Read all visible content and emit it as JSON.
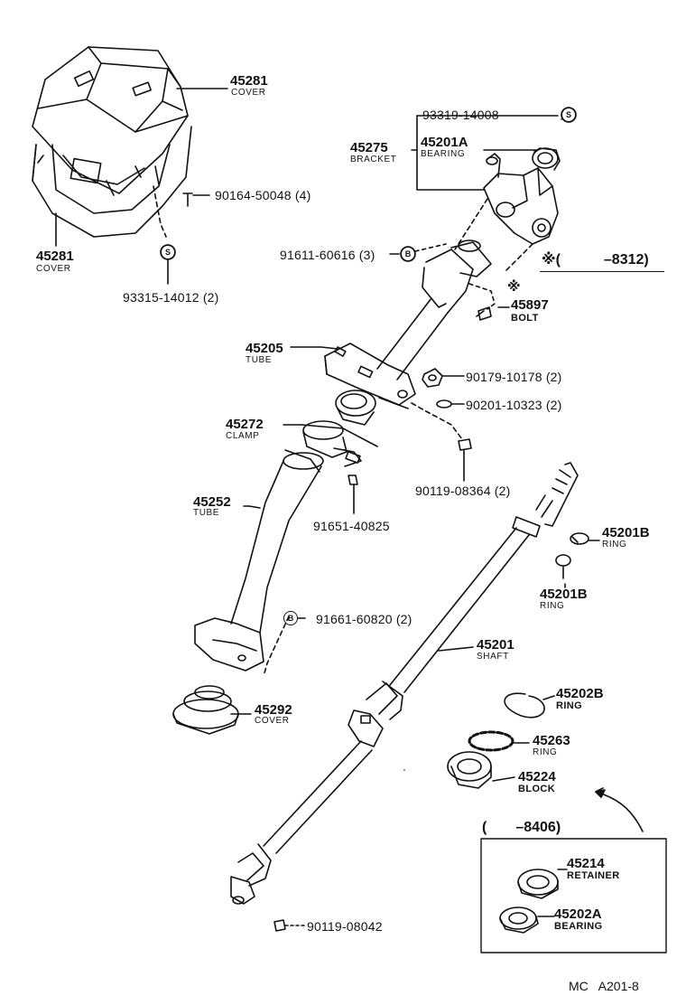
{
  "parts": {
    "cover_upper": {
      "number": "45281",
      "name": "COVER"
    },
    "cover_lower": {
      "number": "45281",
      "name": "COVER"
    },
    "screw_90164": {
      "number": "90164-50048 (4)"
    },
    "screw_93315": {
      "number": "93315-14012 (2)"
    },
    "screw_93319": {
      "number": "93319-14008"
    },
    "bracket": {
      "number": "45275",
      "name": "BRACKET"
    },
    "bearing_a": {
      "number": "45201A",
      "name": "BEARING"
    },
    "bolt_91611": {
      "number": "91611-60616 (3)"
    },
    "bolt_45897": {
      "number": "45897",
      "name": "BOLT"
    },
    "tube_45205": {
      "number": "45205",
      "name": "TUBE"
    },
    "nut_90179": {
      "number": "90179-10178 (2)"
    },
    "washer_90201": {
      "number": "90201-10323 (2)"
    },
    "clamp": {
      "number": "45272",
      "name": "CLAMP"
    },
    "bolt_90119_a": {
      "number": "90119-08364 (2)"
    },
    "tube_45252": {
      "number": "45252",
      "name": "TUBE"
    },
    "bolt_91651": {
      "number": "91651-40825"
    },
    "ring_b1": {
      "number": "45201B",
      "name": "RING"
    },
    "ring_b2": {
      "number": "45201B",
      "name": "RING"
    },
    "bolt_91661": {
      "number": "91661-60820 (2)"
    },
    "shaft": {
      "number": "45201",
      "name": "SHAFT"
    },
    "ring_45202b": {
      "number": "45202B",
      "name": "RING"
    },
    "cover_45292": {
      "number": "45292",
      "name": "COVER"
    },
    "ring_45263": {
      "number": "45263",
      "name": "RING"
    },
    "block": {
      "number": "45224",
      "name": "BLOCK"
    },
    "retainer": {
      "number": "45214",
      "name": "RETAINER"
    },
    "bearing_2a": {
      "number": "45202A",
      "name": "BEARING"
    },
    "bolt_90119_b": {
      "number": "90119-08042"
    }
  },
  "symbols": {
    "s": "S",
    "b": "B",
    "note": "※"
  },
  "notes": {
    "production_range": "(   –8312)",
    "inset_range": "(  –8406)"
  },
  "diagram_code": "MC   A201-8"
}
